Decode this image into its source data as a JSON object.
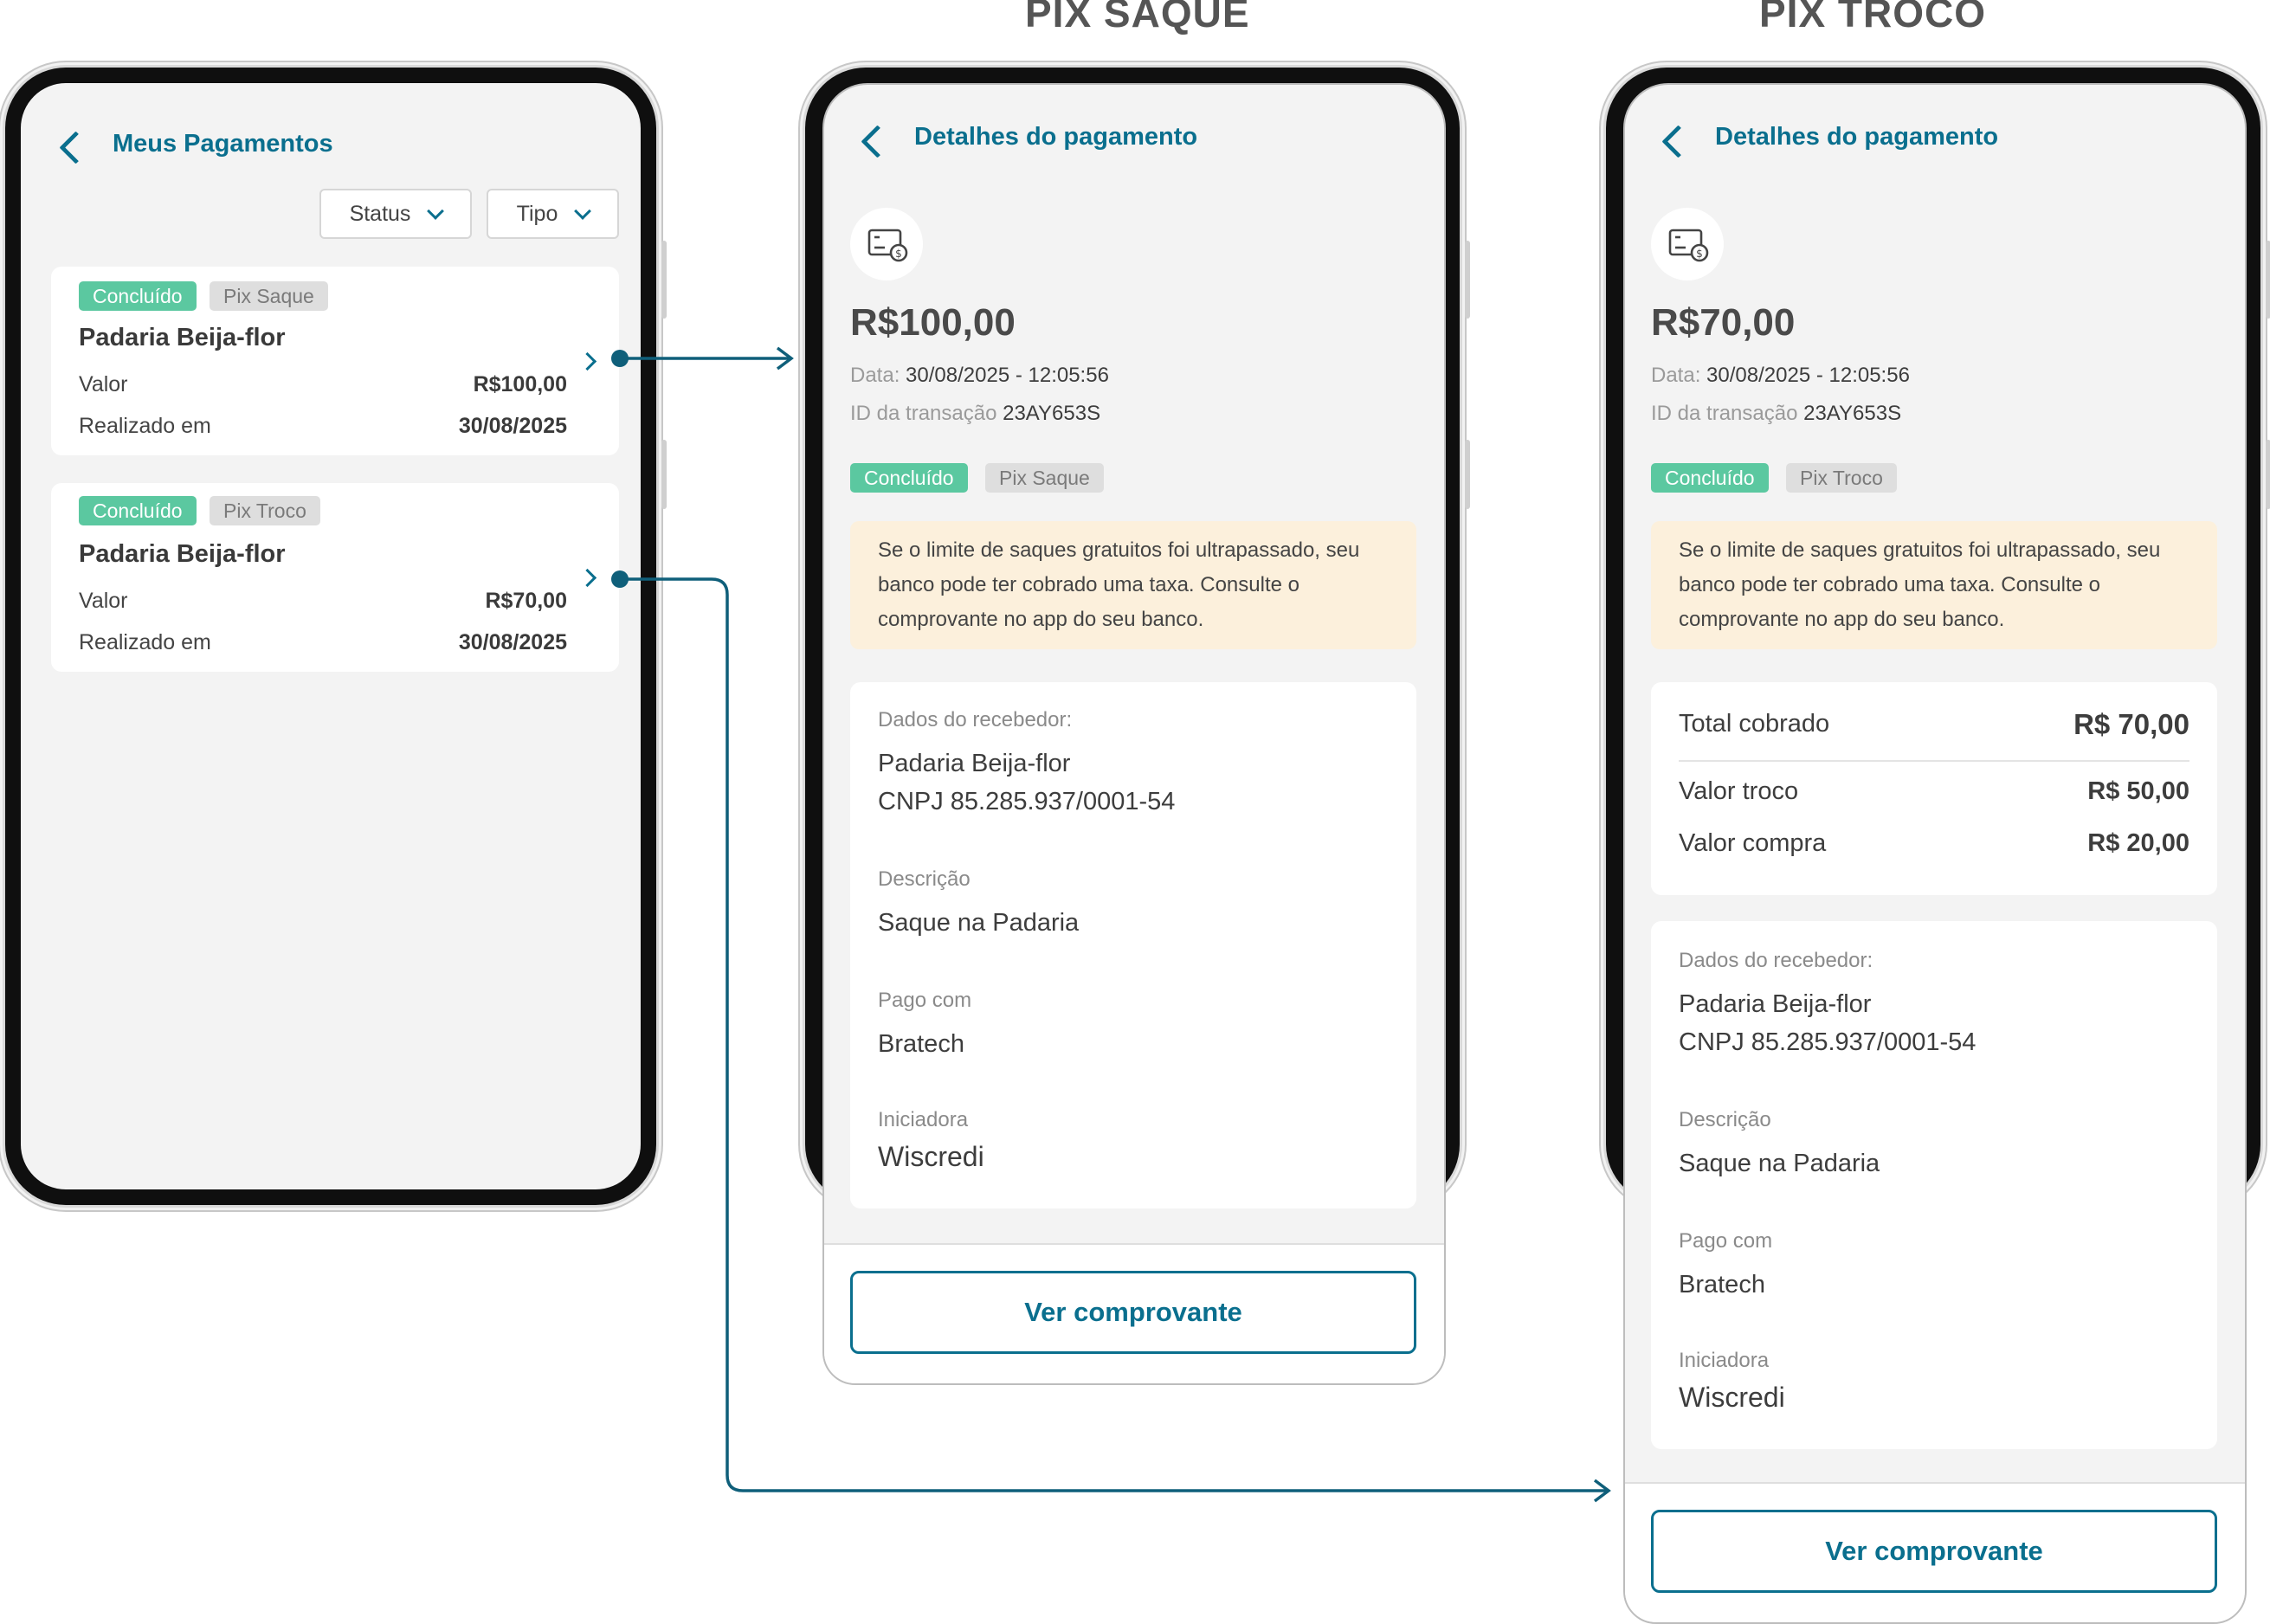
{
  "sections": {
    "saque_title": "PIX SAQUE",
    "troco_title": "PIX TROCO"
  },
  "list_screen": {
    "title": "Meus Pagamentos",
    "filters": {
      "status": "Status",
      "tipo": "Tipo"
    },
    "payments": [
      {
        "status": "Concluído",
        "type": "Pix Saque",
        "merchant": "Padaria Beija-flor",
        "value_label": "Valor",
        "value": "R$100,00",
        "date_label": "Realizado em",
        "date": "30/08/2025"
      },
      {
        "status": "Concluído",
        "type": "Pix Troco",
        "merchant": "Padaria Beija-flor",
        "value_label": "Valor",
        "value": "R$70,00",
        "date_label": "Realizado em",
        "date": "30/08/2025"
      }
    ]
  },
  "saque_screen": {
    "title": "Detalhes do pagamento",
    "amount": "R$100,00",
    "date_label": "Data:",
    "date_value": "30/08/2025 - 12:05:56",
    "tx_label": "ID da transação",
    "tx_value": "23AY653S",
    "status": "Concluído",
    "type": "Pix Saque",
    "notice": "Se o limite de saques gratuitos foi ultrapassado, seu banco pode ter cobrado uma taxa. Consulte o comprovante no app do seu banco.",
    "receiver_label": "Dados do recebedor:",
    "receiver_name": "Padaria Beija-flor",
    "receiver_doc": "CNPJ 85.285.937/0001-54",
    "description_label": "Descrição",
    "description_value": "Saque na Padaria",
    "paid_with_label": "Pago com",
    "paid_with_value": "Bratech",
    "initiator_label": "Iniciadora",
    "initiator_value": "Wiscredi",
    "button": "Ver comprovante"
  },
  "troco_screen": {
    "title": "Detalhes do pagamento",
    "amount": "R$70,00",
    "date_label": "Data:",
    "date_value": "30/08/2025 - 12:05:56",
    "tx_label": "ID da transação",
    "tx_value": "23AY653S",
    "status": "Concluído",
    "type": "Pix Troco",
    "notice": "Se o limite de saques gratuitos foi ultrapassado, seu banco pode ter cobrado uma taxa. Consulte o comprovante no app do seu banco.",
    "summary": {
      "total_label": "Total cobrado",
      "total_value": "R$ 70,00",
      "troco_label": "Valor troco",
      "troco_value": "R$ 50,00",
      "compra_label": "Valor compra",
      "compra_value": "R$ 20,00"
    },
    "receiver_label": "Dados do recebedor:",
    "receiver_name": "Padaria Beija-flor",
    "receiver_doc": "CNPJ 85.285.937/0001-54",
    "description_label": "Descrição",
    "description_value": "Saque na Padaria",
    "paid_with_label": "Pago com",
    "paid_with_value": "Bratech",
    "initiator_label": "Iniciadora",
    "initiator_value": "Wiscredi",
    "button": "Ver comprovante"
  },
  "colors": {
    "accent": "#0a6f8e",
    "success": "#5bc8a0",
    "notice_bg": "#fcf0dc",
    "screen_bg": "#f3f3f3"
  }
}
